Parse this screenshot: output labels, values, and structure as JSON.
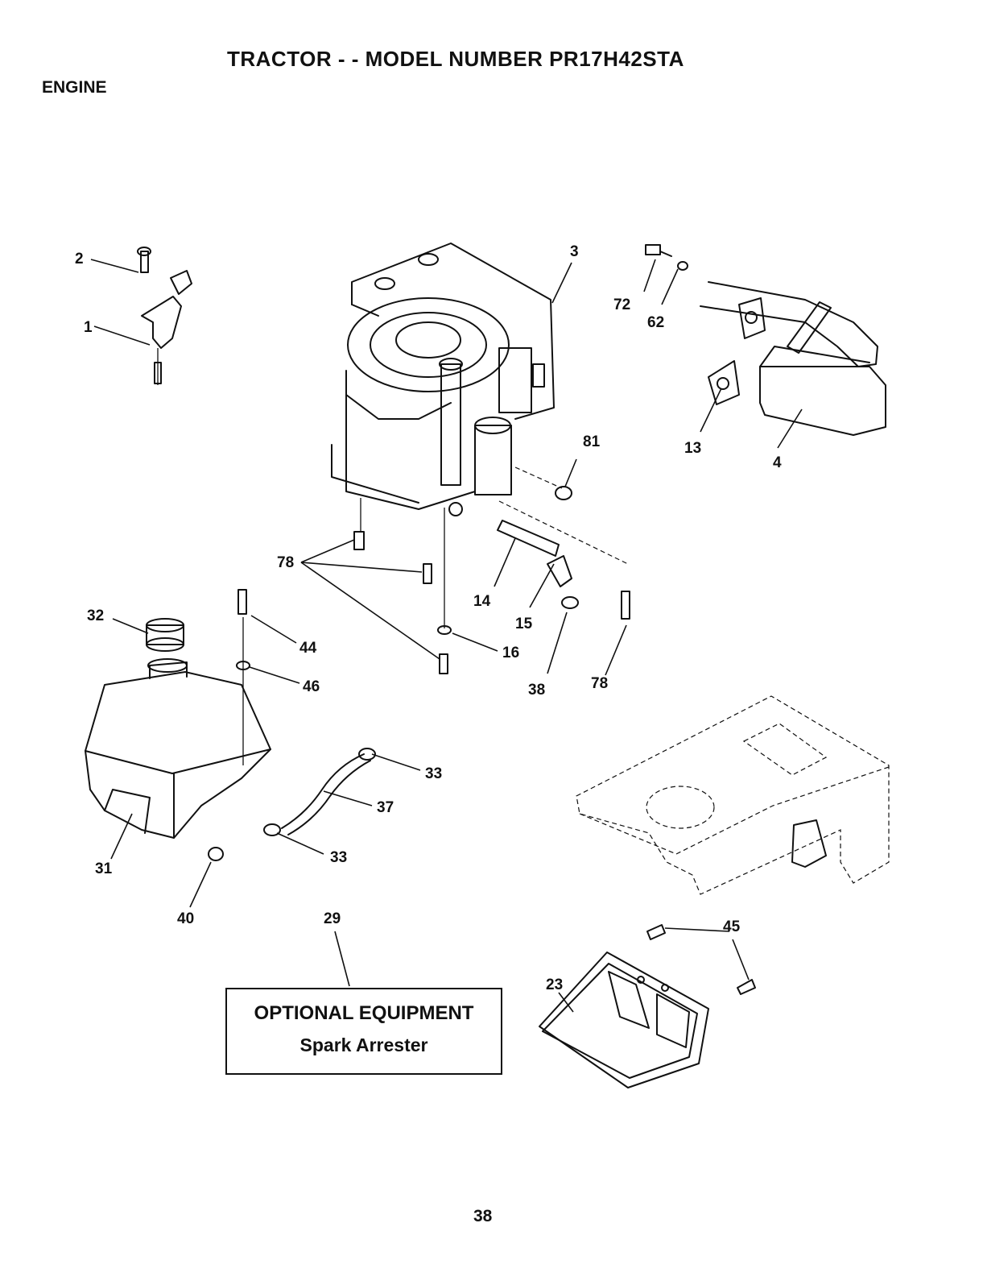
{
  "header": {
    "title": "TRACTOR - - MODEL NUMBER PR17H42STA",
    "section": "ENGINE"
  },
  "optional_equipment": {
    "title": "OPTIONAL EQUIPMENT",
    "item": "Spark Arrester"
  },
  "callouts": {
    "c1": "1",
    "c2": "2",
    "c3": "3",
    "c4": "4",
    "c13": "13",
    "c14": "14",
    "c15": "15",
    "c16": "16",
    "c23": "23",
    "c29": "29",
    "c31": "31",
    "c32": "32",
    "c33a": "33",
    "c33b": "33",
    "c37": "37",
    "c38": "38",
    "c40": "40",
    "c44": "44",
    "c45": "45",
    "c46": "46",
    "c62": "62",
    "c72": "72",
    "c78a": "78",
    "c78b": "78",
    "c81": "81"
  },
  "footer": {
    "page_number": "38"
  }
}
